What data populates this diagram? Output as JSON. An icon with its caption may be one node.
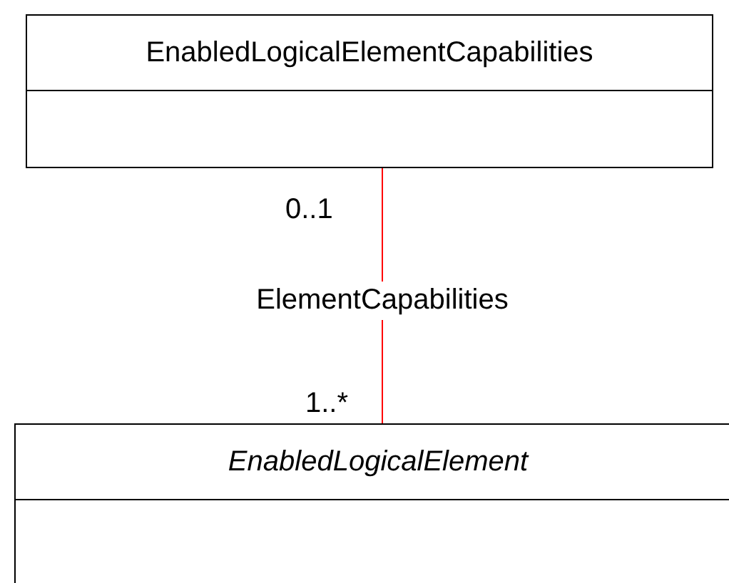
{
  "diagram": {
    "nodes": [
      {
        "text": [
          "EnabledLogicalElementCapabilities"
        ]
      },
      {
        "text": [
          "EnabledLogicalElement"
        ]
      }
    ],
    "edges": [
      {
        "from": 0,
        "to": 1,
        "arrow": "none",
        "label": "ElementCapabilities",
        "color": "#ff0000"
      }
    ],
    "labels": [
      "0..1",
      "1..*"
    ]
  }
}
